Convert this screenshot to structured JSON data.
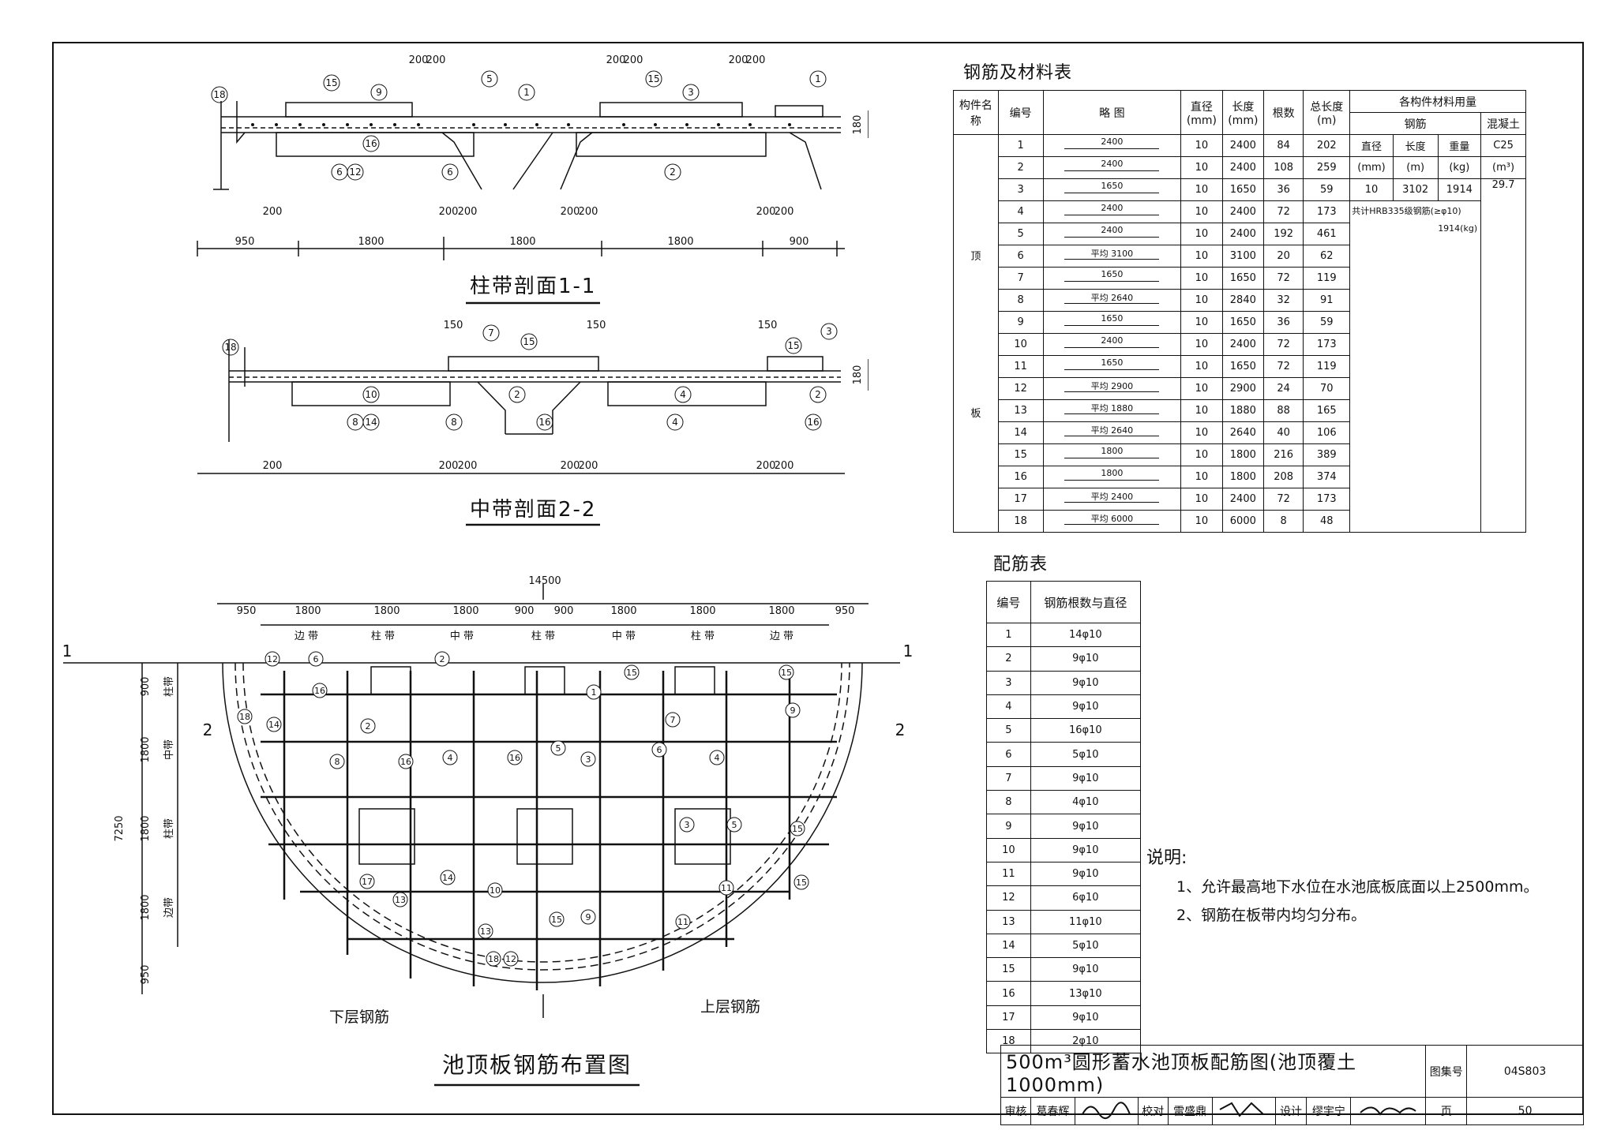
{
  "section_titles": {
    "s1": "柱带剖面1-1",
    "s2": "中带剖面2-2",
    "plan": "池顶板钢筋布置图"
  },
  "section1": {
    "dims_top": [
      "200",
      "200",
      "200",
      "200",
      "200",
      "200"
    ],
    "dims_bottom": [
      "950",
      "1800",
      "1800",
      "1800",
      "900"
    ],
    "dims_small": [
      "200",
      "200",
      "200",
      "200",
      "200",
      "200",
      "200"
    ],
    "thickness": "180",
    "callouts": [
      "18",
      "15",
      "9",
      "5",
      "1",
      "15",
      "3",
      "1",
      "16",
      "6",
      "12",
      "6",
      "2"
    ]
  },
  "section2": {
    "dims_top": [
      "150",
      "150",
      "150"
    ],
    "dims_bottom": [
      "200",
      "200",
      "200",
      "200",
      "200",
      "200",
      "200"
    ],
    "thickness": "180",
    "callouts": [
      "18",
      "7",
      "15",
      "15",
      "3",
      "10",
      "8",
      "14",
      "8",
      "2",
      "16",
      "4",
      "4",
      "2",
      "16"
    ]
  },
  "plan": {
    "total_width": "14500",
    "dims_top": [
      "950",
      "1800",
      "1800",
      "1800",
      "900",
      "900",
      "1800",
      "1800",
      "1800",
      "950"
    ],
    "bands_top": [
      "边 带",
      "柱 带",
      "中 带",
      "柱 带",
      "中 带",
      "柱 带",
      "边 带"
    ],
    "dims_left": [
      "900",
      "1800",
      "1800",
      "1800",
      "950"
    ],
    "total_left": "7250",
    "bands_left": [
      "柱带",
      "中带",
      "柱带",
      "边带"
    ],
    "section_marks": [
      "1",
      "1",
      "2",
      "2"
    ],
    "lower_label": "下层钢筋",
    "upper_label": "上层钢筋",
    "callouts": [
      "12",
      "6",
      "2",
      "1",
      "15",
      "15",
      "9",
      "18",
      "14",
      "16",
      "2",
      "3",
      "8",
      "16",
      "4",
      "16",
      "4",
      "5",
      "7",
      "6",
      "15",
      "3",
      "5",
      "17",
      "14",
      "13",
      "10",
      "11",
      "13",
      "9",
      "15",
      "11",
      "18",
      "12",
      "15"
    ]
  },
  "material_table": {
    "title": "钢筋及材料表",
    "headers": {
      "component": "构件名称",
      "no": "编号",
      "sketch": "略 图",
      "dia": "直径",
      "dia_unit": "(mm)",
      "len": "长度",
      "len_unit": "(mm)",
      "count": "根数",
      "total": "总长度",
      "total_unit": "(m)",
      "usage": "各构件材料用量",
      "steel": "钢筋",
      "concrete": "混凝土",
      "u_dia": "直径",
      "u_dia_unit": "(mm)",
      "u_len": "长度",
      "u_len_unit": "(m)",
      "u_wt": "重量",
      "u_wt_unit": "(kg)",
      "c_grade": "C25",
      "c_unit": "(m³)"
    },
    "component_label_top": "顶",
    "component_label_bottom": "板",
    "rows": [
      {
        "no": "1",
        "sketch": "2400",
        "dia": "10",
        "len": "2400",
        "count": "84",
        "total": "202"
      },
      {
        "no": "2",
        "sketch": "2400",
        "dia": "10",
        "len": "2400",
        "count": "108",
        "total": "259"
      },
      {
        "no": "3",
        "sketch": "1650",
        "dia": "10",
        "len": "1650",
        "count": "36",
        "total": "59"
      },
      {
        "no": "4",
        "sketch": "2400",
        "dia": "10",
        "len": "2400",
        "count": "72",
        "total": "173"
      },
      {
        "no": "5",
        "sketch": "2400",
        "dia": "10",
        "len": "2400",
        "count": "192",
        "total": "461"
      },
      {
        "no": "6",
        "sketch": "平均 3100",
        "dia": "10",
        "len": "3100",
        "count": "20",
        "total": "62"
      },
      {
        "no": "7",
        "sketch": "1650",
        "dia": "10",
        "len": "1650",
        "count": "72",
        "total": "119"
      },
      {
        "no": "8",
        "sketch": "平均 2640",
        "dia": "10",
        "len": "2840",
        "count": "32",
        "total": "91"
      },
      {
        "no": "9",
        "sketch": "1650",
        "dia": "10",
        "len": "1650",
        "count": "36",
        "total": "59"
      },
      {
        "no": "10",
        "sketch": "2400",
        "dia": "10",
        "len": "2400",
        "count": "72",
        "total": "173"
      },
      {
        "no": "11",
        "sketch": "1650",
        "dia": "10",
        "len": "1650",
        "count": "72",
        "total": "119"
      },
      {
        "no": "12",
        "sketch": "平均 2900",
        "dia": "10",
        "len": "2900",
        "count": "24",
        "total": "70"
      },
      {
        "no": "13",
        "sketch": "平均 1880",
        "dia": "10",
        "len": "1880",
        "count": "88",
        "total": "165"
      },
      {
        "no": "14",
        "sketch": "平均 2640",
        "dia": "10",
        "len": "2640",
        "count": "40",
        "total": "106"
      },
      {
        "no": "15",
        "sketch": "1800",
        "dia": "10",
        "len": "1800",
        "count": "216",
        "total": "389"
      },
      {
        "no": "16",
        "sketch": "1800",
        "dia": "10",
        "len": "1800",
        "count": "208",
        "total": "374"
      },
      {
        "no": "17",
        "sketch": "平均 2400",
        "dia": "10",
        "len": "2400",
        "count": "72",
        "total": "173"
      },
      {
        "no": "18",
        "sketch": "平均 6000",
        "dia": "10",
        "len": "6000",
        "count": "8",
        "total": "48"
      }
    ],
    "usage": {
      "dia": "10",
      "length": "3102",
      "weight": "1914",
      "concrete": "29.7",
      "note": "共计HRB335级钢筋(≥φ10)",
      "note_total": "1914(kg)"
    }
  },
  "rebar_table": {
    "title": "配筋表",
    "headers": {
      "no": "编号",
      "spec": "钢筋根数与直径"
    },
    "rows": [
      {
        "no": "1",
        "spec": "14φ10"
      },
      {
        "no": "2",
        "spec": "9φ10"
      },
      {
        "no": "3",
        "spec": "9φ10"
      },
      {
        "no": "4",
        "spec": "9φ10"
      },
      {
        "no": "5",
        "spec": "16φ10"
      },
      {
        "no": "6",
        "spec": "5φ10"
      },
      {
        "no": "7",
        "spec": "9φ10"
      },
      {
        "no": "8",
        "spec": "4φ10"
      },
      {
        "no": "9",
        "spec": "9φ10"
      },
      {
        "no": "10",
        "spec": "9φ10"
      },
      {
        "no": "11",
        "spec": "9φ10"
      },
      {
        "no": "12",
        "spec": "6φ10"
      },
      {
        "no": "13",
        "spec": "11φ10"
      },
      {
        "no": "14",
        "spec": "5φ10"
      },
      {
        "no": "15",
        "spec": "9φ10"
      },
      {
        "no": "16",
        "spec": "13φ10"
      },
      {
        "no": "17",
        "spec": "9φ10"
      },
      {
        "no": "18",
        "spec": "2φ10"
      }
    ]
  },
  "notes": {
    "title": "说明:",
    "items": [
      "1、允许最高地下水位在水池底板底面以上2500mm。",
      "2、钢筋在板带内均匀分布。"
    ]
  },
  "title_block": {
    "title": "500m³圆形蓄水池顶板配筋图(池顶覆土1000mm)",
    "atlas_label": "图集号",
    "atlas_no": "04S803",
    "review": "审核",
    "reviewer": "葛春辉",
    "check": "校对",
    "checker": "雷盛鼎",
    "design": "设计",
    "designer": "缪宇宁",
    "page_label": "页",
    "page_no": "50"
  }
}
